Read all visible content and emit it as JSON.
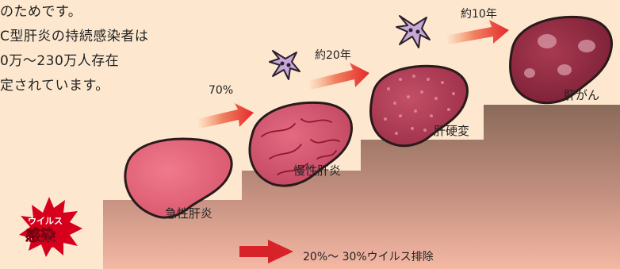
{
  "intro_lines": [
    "のためです。",
    "C型肝炎の持続感染者は",
    "0万〜230万人存在",
    "定されています。"
  ],
  "progression": {
    "rate_1": "70%",
    "years_1": "約20年",
    "years_2": "約10年"
  },
  "stages": {
    "acute": "急性肝炎",
    "chronic": "慢性肝炎",
    "cirrhosis": "肝硬変",
    "cancer": "肝がん"
  },
  "infection_badge": {
    "top": "ウイルス",
    "main": "感染"
  },
  "elimination": "20%〜 30%ウイルス排除",
  "colors": {
    "background": "#fde8cf",
    "step": "#8a6a5a",
    "arrow": "#e03030",
    "liver": "#b8364e"
  }
}
